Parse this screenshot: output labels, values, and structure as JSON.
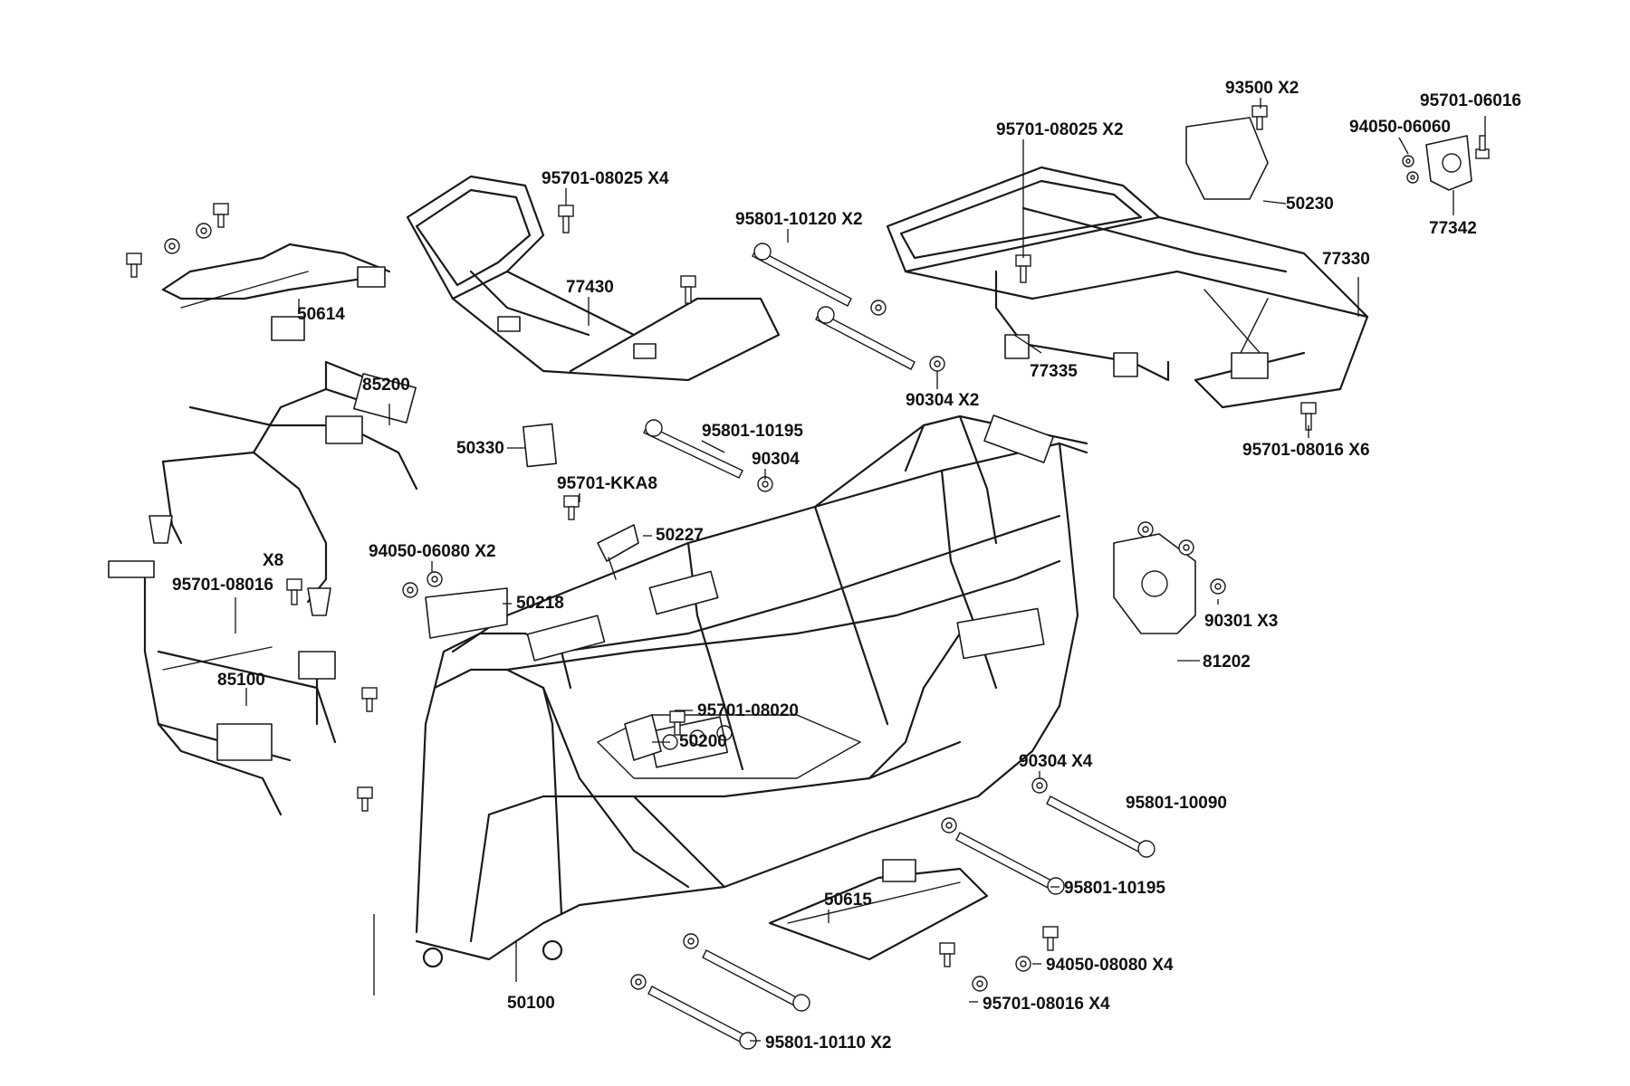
{
  "parts": [
    {
      "id": "p-93500",
      "label": "93500 X2"
    },
    {
      "id": "p-95701-06016",
      "label": "95701-06016"
    },
    {
      "id": "p-94050-06060",
      "label": "94050-06060"
    },
    {
      "id": "p-95701-08025-x2",
      "label": "95701-08025 X2"
    },
    {
      "id": "p-50230",
      "label": "50230"
    },
    {
      "id": "p-77342",
      "label": "77342"
    },
    {
      "id": "p-95701-08025-x4",
      "label": "95701-08025 X4"
    },
    {
      "id": "p-95801-10120",
      "label": "95801-10120 X2"
    },
    {
      "id": "p-77330",
      "label": "77330"
    },
    {
      "id": "p-77430",
      "label": "77430"
    },
    {
      "id": "p-50614",
      "label": "50614"
    },
    {
      "id": "p-77335",
      "label": "77335"
    },
    {
      "id": "p-90304-x2",
      "label": "90304  X2"
    },
    {
      "id": "p-85200",
      "label": "85200"
    },
    {
      "id": "p-95701-08016-x6",
      "label": "95701-08016 X6"
    },
    {
      "id": "p-95801-10195-a",
      "label": "95801-10195"
    },
    {
      "id": "p-50330",
      "label": "50330"
    },
    {
      "id": "p-90304-a",
      "label": "90304"
    },
    {
      "id": "p-95701-kka8",
      "label": "95701-KKA8"
    },
    {
      "id": "p-50227",
      "label": "50227"
    },
    {
      "id": "p-x8",
      "label": "X8"
    },
    {
      "id": "p-94050-06080",
      "label": "94050-06080 X2"
    },
    {
      "id": "p-95701-08016-a",
      "label": "95701-08016"
    },
    {
      "id": "p-50218",
      "label": "50218"
    },
    {
      "id": "p-90301",
      "label": "90301 X3"
    },
    {
      "id": "p-81202",
      "label": "81202"
    },
    {
      "id": "p-85100",
      "label": "85100"
    },
    {
      "id": "p-95701-08020",
      "label": "95701-08020"
    },
    {
      "id": "p-50200",
      "label": "50200"
    },
    {
      "id": "p-90304-x4",
      "label": "90304  X4"
    },
    {
      "id": "p-95801-10090",
      "label": "95801-10090"
    },
    {
      "id": "p-95801-10195-b",
      "label": "95801-10195"
    },
    {
      "id": "p-50615",
      "label": "50615"
    },
    {
      "id": "p-94050-08080",
      "label": "94050-08080 X4"
    },
    {
      "id": "p-50100",
      "label": "50100"
    },
    {
      "id": "p-95701-08016-x4",
      "label": "95701-08016 X4"
    },
    {
      "id": "p-95801-10110",
      "label": "95801-10110 X2"
    }
  ]
}
